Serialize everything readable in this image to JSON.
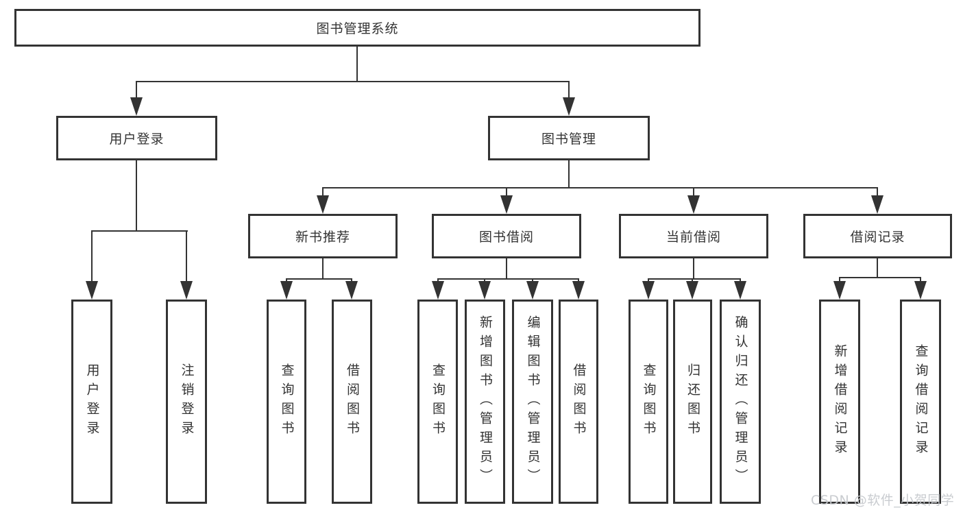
{
  "title": "图书管理系统",
  "watermark": "CSDN @软件_小贺同学",
  "colors": {
    "background": "#ffffff",
    "box_border": "#333333",
    "connector_line": "#333333",
    "text": "#333333",
    "watermark": "#c6c9cd"
  },
  "tree": {
    "root": {
      "label": "图书管理系统",
      "children": [
        {
          "label": "用户登录",
          "children": [
            {
              "label": "用户登录"
            },
            {
              "label": "注销登录"
            }
          ]
        },
        {
          "label": "图书管理",
          "children": [
            {
              "label": "新书推荐",
              "children": [
                {
                  "label": "查询图书"
                },
                {
                  "label": "借阅图书"
                }
              ]
            },
            {
              "label": "图书借阅",
              "children": [
                {
                  "label": "查询图书"
                },
                {
                  "label": "新增图书（管理员）"
                },
                {
                  "label": "编辑图书（管理员）"
                },
                {
                  "label": "借阅图书"
                }
              ]
            },
            {
              "label": "当前借阅",
              "children": [
                {
                  "label": "查询图书"
                },
                {
                  "label": "归还图书"
                },
                {
                  "label": "确认归还（管理员）"
                }
              ]
            },
            {
              "label": "借阅记录",
              "children": [
                {
                  "label": "新增借阅记录"
                },
                {
                  "label": "查询借阅记录"
                }
              ]
            }
          ]
        }
      ]
    }
  }
}
